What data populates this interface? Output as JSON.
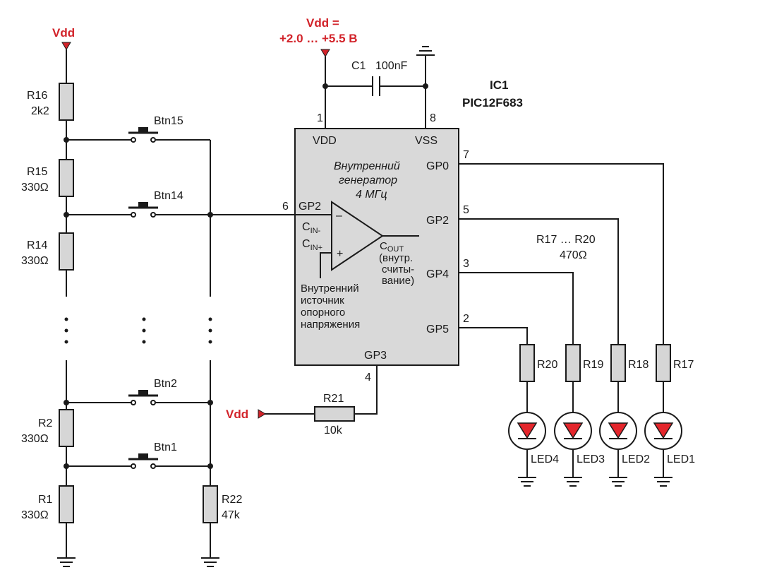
{
  "supply": {
    "vdd_top_left": "Vdd",
    "vdd_main_line1": "Vdd =",
    "vdd_main_line2": "+2.0 … +5.5 В",
    "vdd_gp3": "Vdd"
  },
  "capacitor": {
    "ref": "C1",
    "value": "100nF"
  },
  "ic": {
    "ref": "IC1",
    "part": "PIC12F683",
    "pin_vdd": "VDD",
    "pin_vss": "VSS",
    "pin_gp0": "GP0",
    "pin_gp2_in": "GP2",
    "pin_gp2_out": "GP2",
    "pin_gp4": "GP4",
    "pin_gp5": "GP5",
    "pin_gp3": "GP3",
    "num_1": "1",
    "num_8": "8",
    "num_7": "7",
    "num_6": "6",
    "num_5": "5",
    "num_3": "3",
    "num_2": "2",
    "num_4": "4",
    "osc_line1": "Внутренний",
    "osc_line2": "генератор",
    "osc_line3": "4 МГц",
    "cin_minus_main": "C",
    "cin_minus_sub": "IN-",
    "cin_plus_main": "C",
    "cin_plus_sub": "IN+",
    "cout_main": "C",
    "cout_sub": "OUT",
    "cout_note1": "(внутр.",
    "cout_note2": "считы-",
    "cout_note3": "вание)",
    "minus_sign": "–",
    "plus_sign": "+",
    "ref_line1": "Внутренний",
    "ref_line2": "источник",
    "ref_line3": "опорного",
    "ref_line4": "напряжения"
  },
  "ladder": {
    "r16_ref": "R16",
    "r16_val": "2k2",
    "r15_ref": "R15",
    "r15_val": "330Ω",
    "r14_ref": "R14",
    "r14_val": "330Ω",
    "r2_ref": "R2",
    "r2_val": "330Ω",
    "r1_ref": "R1",
    "r1_val": "330Ω",
    "r22_ref": "R22",
    "r22_val": "47k",
    "btn15": "Btn15",
    "btn14": "Btn14",
    "btn2": "Btn2",
    "btn1": "Btn1"
  },
  "r21": {
    "ref": "R21",
    "value": "10k"
  },
  "leds": {
    "group_line1": "R17 … R20",
    "group_line2": "470Ω",
    "r20": "R20",
    "r19": "R19",
    "r18": "R18",
    "r17": "R17",
    "led4": "LED4",
    "led3": "LED3",
    "led2": "LED2",
    "led1": "LED1"
  },
  "colors": {
    "accent_red": "#d2232a",
    "ic_fill": "#d9d9d9",
    "resistor_fill": "#d6d6d6"
  }
}
